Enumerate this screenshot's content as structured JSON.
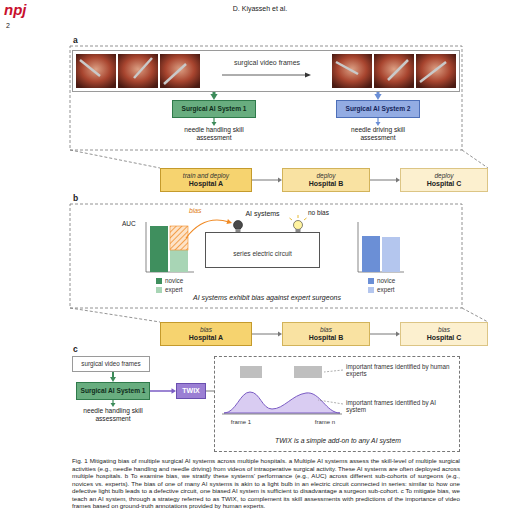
{
  "diagram": {
    "caption": "Fig. 1 Mitigating bias of multiple surgical AI systems across multiple hospitals. a Multiple AI systems assess the skill-level of multiple surgical activities (e.g., needle handling and needle driving) from videos of intraoperative surgical activity. These AI systems are often deployed across multiple hospitals. b To examine bias, we stratify these systems’ performance (e.g., AUC) across different sub-cohorts of surgeons (e.g., novices vs. experts). The bias of one of many AI systems is akin to a light bulb in an electric circuit connected in series: similar to how one defective light bulb leads to a defective circuit, one biased AI system is sufficient to disadvantage a surgeon sub-cohort. c To mitigate bias, we teach an AI system, through a strategy referred to as TWIX, to complement its skill assessments with predictions of the importance of video frames based on ground-truth annotations provided by human experts.",
    "nodes": [
      {
        "text": [
          "surgical video frames"
        ]
      },
      {
        "text": [
          "Surgical AI System 1"
        ]
      },
      {
        "text": [
          "Surgical AI System 2"
        ]
      },
      {
        "text": [
          "train and deploy",
          "Hospital A"
        ]
      },
      {
        "text": [
          "deploy",
          "Hospital B"
        ]
      },
      {
        "text": [
          "deploy",
          "Hospital C"
        ]
      },
      {
        "text": [
          "AI systems",
          "series electric circuit"
        ]
      },
      {
        "text": [
          "bias",
          "Hospital A"
        ]
      },
      {
        "text": [
          "bias",
          "Hospital B"
        ]
      },
      {
        "text": [
          "bias",
          "Hospital C"
        ]
      },
      {
        "text": [
          "surgical video frames"
        ]
      },
      {
        "text": [
          "Surgical AI System 1"
        ]
      },
      {
        "text": [
          "TWIX"
        ]
      },
      {
        "text": [
          "important frames identified by human experts",
          "important frames identified by AI system",
          "frame 1",
          "frame n",
          "TWIX is a simple add-on to any AI system"
        ]
      }
    ],
    "edges": [
      {
        "from": 0,
        "to": 1,
        "arrow": "to"
      },
      {
        "from": 0,
        "to": 2,
        "arrow": "to"
      },
      {
        "from": 3,
        "to": 4,
        "arrow": "to"
      },
      {
        "from": 4,
        "to": 5,
        "arrow": "to"
      },
      {
        "from": 7,
        "to": 8,
        "arrow": "to"
      },
      {
        "from": 8,
        "to": 9,
        "arrow": "to"
      },
      {
        "from": 10,
        "to": 11,
        "arrow": "to"
      },
      {
        "from": 11,
        "to": 12,
        "arrow": "to"
      },
      {
        "from": 12,
        "to": 13,
        "arrow": "none"
      }
    ],
    "labels": [
      "npj",
      "2",
      "D. Kiyasseh et al.",
      "a",
      "needle handling skill assessment",
      "needle driving skill assessment",
      "b",
      "AUC",
      "bias",
      "no bias",
      "AI systems exhibit bias against expert surgeons",
      "c",
      "needle handling skill assessment"
    ],
    "legend": [
      {
        "text": "novice",
        "color": "#3f8f5e"
      },
      {
        "text": "expert",
        "color": "#a8d5b5"
      },
      {
        "text": "novice",
        "color": "#6b8fd6"
      },
      {
        "text": "expert",
        "color": "#b4c6ee"
      }
    ]
  }
}
